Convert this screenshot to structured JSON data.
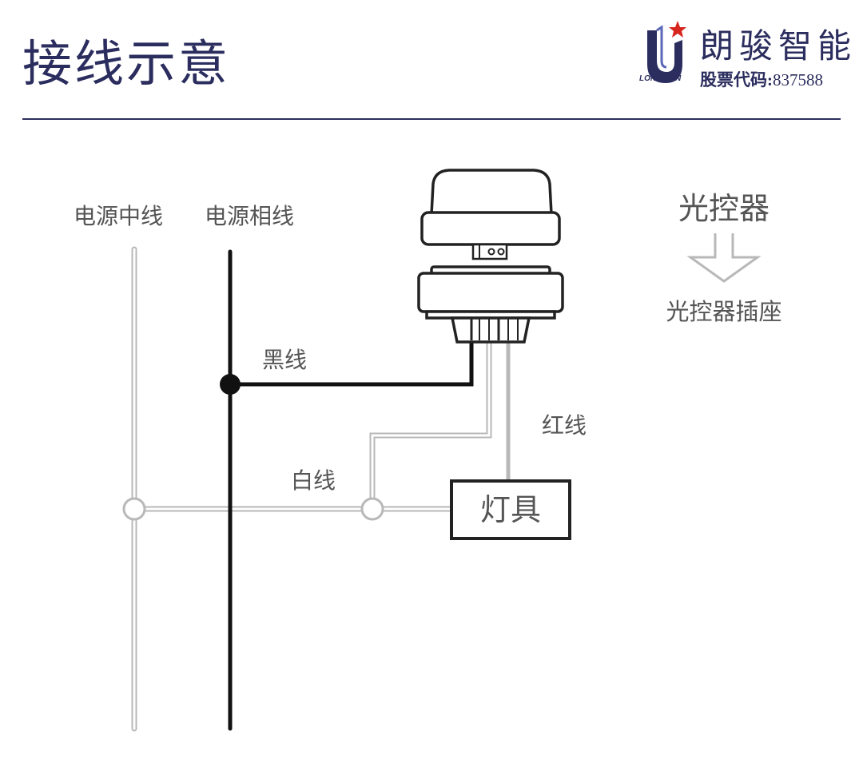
{
  "header": {
    "title": "接线示意",
    "brand_name": "朗骏智能",
    "brand_latin": "LONGJOIN",
    "stock_label": "股票代码:",
    "stock_code": "837588"
  },
  "diagram": {
    "neutral_line_label": "电源中线",
    "phase_line_label": "电源相线",
    "black_wire_label": "黑线",
    "white_wire_label": "白线",
    "red_wire_label": "红线",
    "lamp_label": "灯具",
    "photocontrol_label": "光控器",
    "socket_label": "光控器插座"
  },
  "colors": {
    "title": "#2b2d5e",
    "logo_star": "#d7261e",
    "black_wire": "#111111",
    "grey_wire": "#b8b8b8",
    "text": "#555555"
  },
  "icons": {
    "logo": "longjoin-u-star-logo",
    "arrow": "hollow-down-arrow-icon"
  }
}
